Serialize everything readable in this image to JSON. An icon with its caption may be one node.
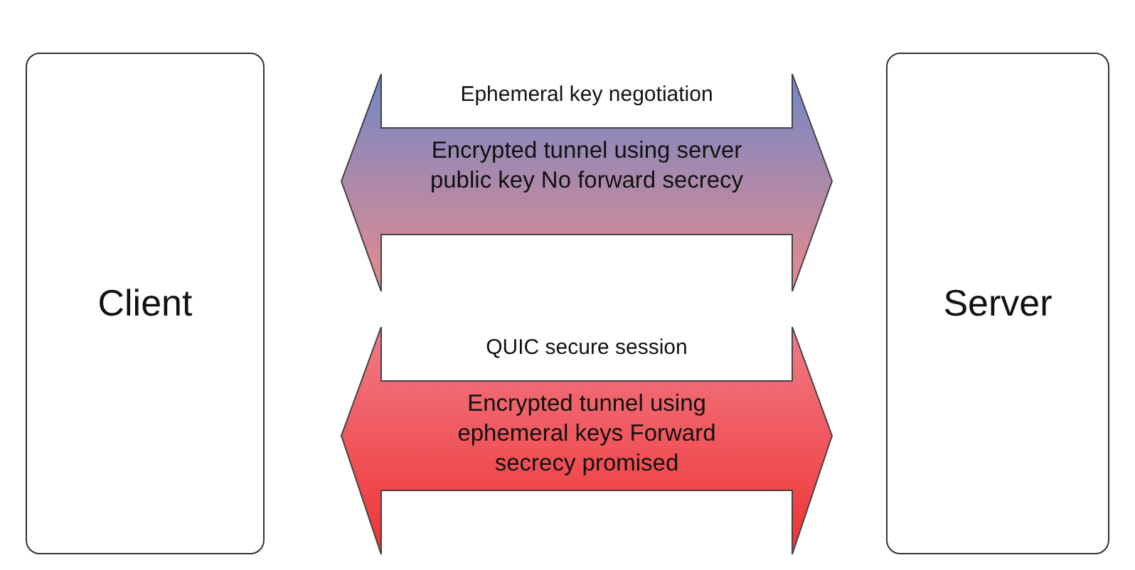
{
  "diagram": {
    "nodes": [
      {
        "text": [
          "Client"
        ]
      },
      {
        "text": [
          "Server"
        ]
      }
    ],
    "edges": [
      {
        "from": 0,
        "to": 1,
        "arrow": "both",
        "label": "Ephemeral key negotiation",
        "color": "#7088c8"
      },
      {
        "from": 0,
        "to": 1,
        "arrow": "both",
        "label": "QUIC secure session",
        "color": "#f07c88"
      }
    ],
    "labels": [
      "Encrypted tunnel using server public key No forward secrecy",
      "Encrypted tunnel using ephemeral keys Forward secrecy promised"
    ]
  }
}
